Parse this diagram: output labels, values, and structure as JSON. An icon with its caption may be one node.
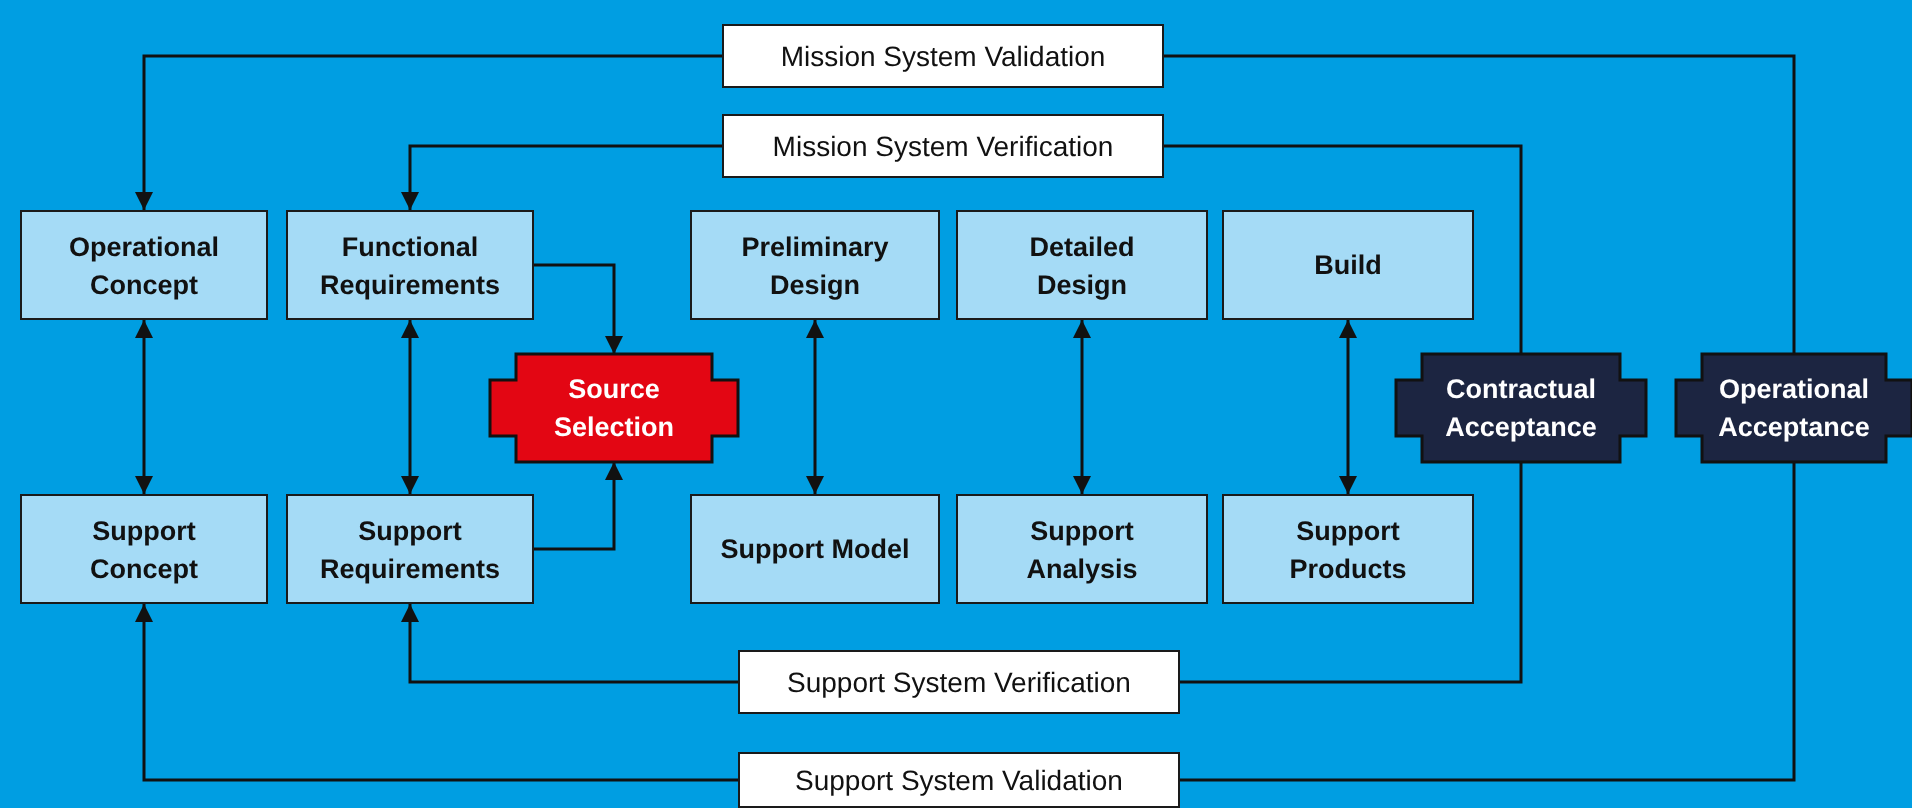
{
  "diagram": {
    "nodes": [
      {
        "text": [
          "Operational Concept"
        ]
      },
      {
        "text": [
          "Functional Requirements"
        ]
      },
      {
        "text": [
          "Preliminary Design"
        ]
      },
      {
        "text": [
          "Detailed Design"
        ]
      },
      {
        "text": [
          "Build"
        ]
      },
      {
        "text": [
          "Source Selection"
        ]
      },
      {
        "text": [
          "Contractual Acceptance"
        ]
      },
      {
        "text": [
          "Operational Acceptance"
        ]
      },
      {
        "text": [
          "Support Concept"
        ]
      },
      {
        "text": [
          "Support Requirements"
        ]
      },
      {
        "text": [
          "Support Model"
        ]
      },
      {
        "text": [
          "Support Analysis"
        ]
      },
      {
        "text": [
          "Support Products"
        ]
      }
    ],
    "edges": [
      {
        "from": 7,
        "to": 0,
        "arrow": "to",
        "label": "Mission System Validation"
      },
      {
        "from": 6,
        "to": 1,
        "arrow": "to",
        "label": "Mission System Verification"
      },
      {
        "from": 0,
        "to": 8,
        "arrow": "both"
      },
      {
        "from": 1,
        "to": 9,
        "arrow": "both"
      },
      {
        "from": 2,
        "to": 10,
        "arrow": "both"
      },
      {
        "from": 3,
        "to": 11,
        "arrow": "both"
      },
      {
        "from": 4,
        "to": 12,
        "arrow": "both"
      },
      {
        "from": 1,
        "to": 5,
        "arrow": "to"
      },
      {
        "from": 9,
        "to": 5,
        "arrow": "to"
      },
      {
        "from": 6,
        "to": 9,
        "arrow": "to",
        "label": "Support System Verification"
      },
      {
        "from": 7,
        "to": 8,
        "arrow": "to",
        "label": "Support System Validation"
      }
    ]
  }
}
